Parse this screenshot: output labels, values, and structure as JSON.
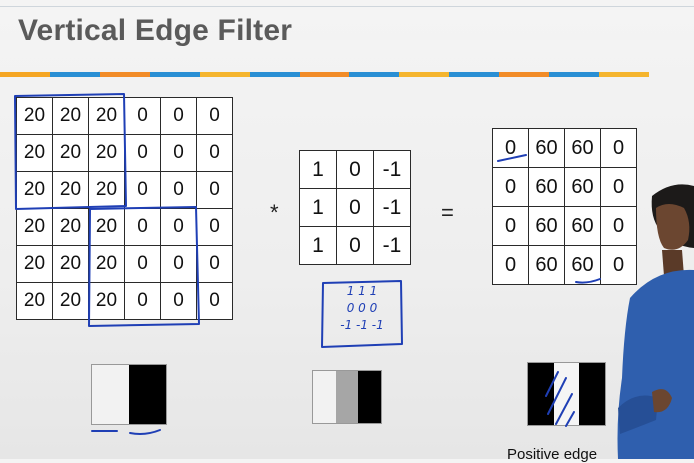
{
  "slide": {
    "title": "Vertical Edge Filter",
    "stripe_colors": [
      "#f5a623",
      "#2a8fd4",
      "#f28c28",
      "#2a8fd4",
      "#f5b52e",
      "#2a8fd4",
      "#f28c28",
      "#2a8fd4",
      "#f5b52e",
      "#2a8fd4",
      "#f28c28",
      "#2a8fd4",
      "#f5b52e"
    ]
  },
  "input_matrix": [
    [
      "20",
      "20",
      "20",
      "0",
      "0",
      "0"
    ],
    [
      "20",
      "20",
      "20",
      "0",
      "0",
      "0"
    ],
    [
      "20",
      "20",
      "20",
      "0",
      "0",
      "0"
    ],
    [
      "20",
      "20",
      "20",
      "0",
      "0",
      "0"
    ],
    [
      "20",
      "20",
      "20",
      "0",
      "0",
      "0"
    ],
    [
      "20",
      "20",
      "20",
      "0",
      "0",
      "0"
    ]
  ],
  "convolution_operator": "*",
  "filter_matrix": [
    [
      "1",
      "0",
      "-1"
    ],
    [
      "1",
      "0",
      "-1"
    ],
    [
      "1",
      "0",
      "-1"
    ]
  ],
  "equals_operator": "=",
  "output_matrix": [
    [
      "0",
      "60",
      "60",
      "0"
    ],
    [
      "0",
      "60",
      "60",
      "0"
    ],
    [
      "0",
      "60",
      "60",
      "0"
    ],
    [
      "0",
      "60",
      "60",
      "0"
    ]
  ],
  "handwritten_note": [
    "1 1 1",
    "0 0 0",
    "-1 -1 -1"
  ],
  "image_swatches": {
    "input": [
      "#f2f2f2",
      "#000000"
    ],
    "filter": [
      "#f2f2f2",
      "#a6a6a6",
      "#000000"
    ],
    "output": [
      "#000000",
      "#f5f5f5",
      "#000000"
    ]
  },
  "caption": "Positive edge",
  "colors": {
    "ink": "#1f3fb5"
  }
}
